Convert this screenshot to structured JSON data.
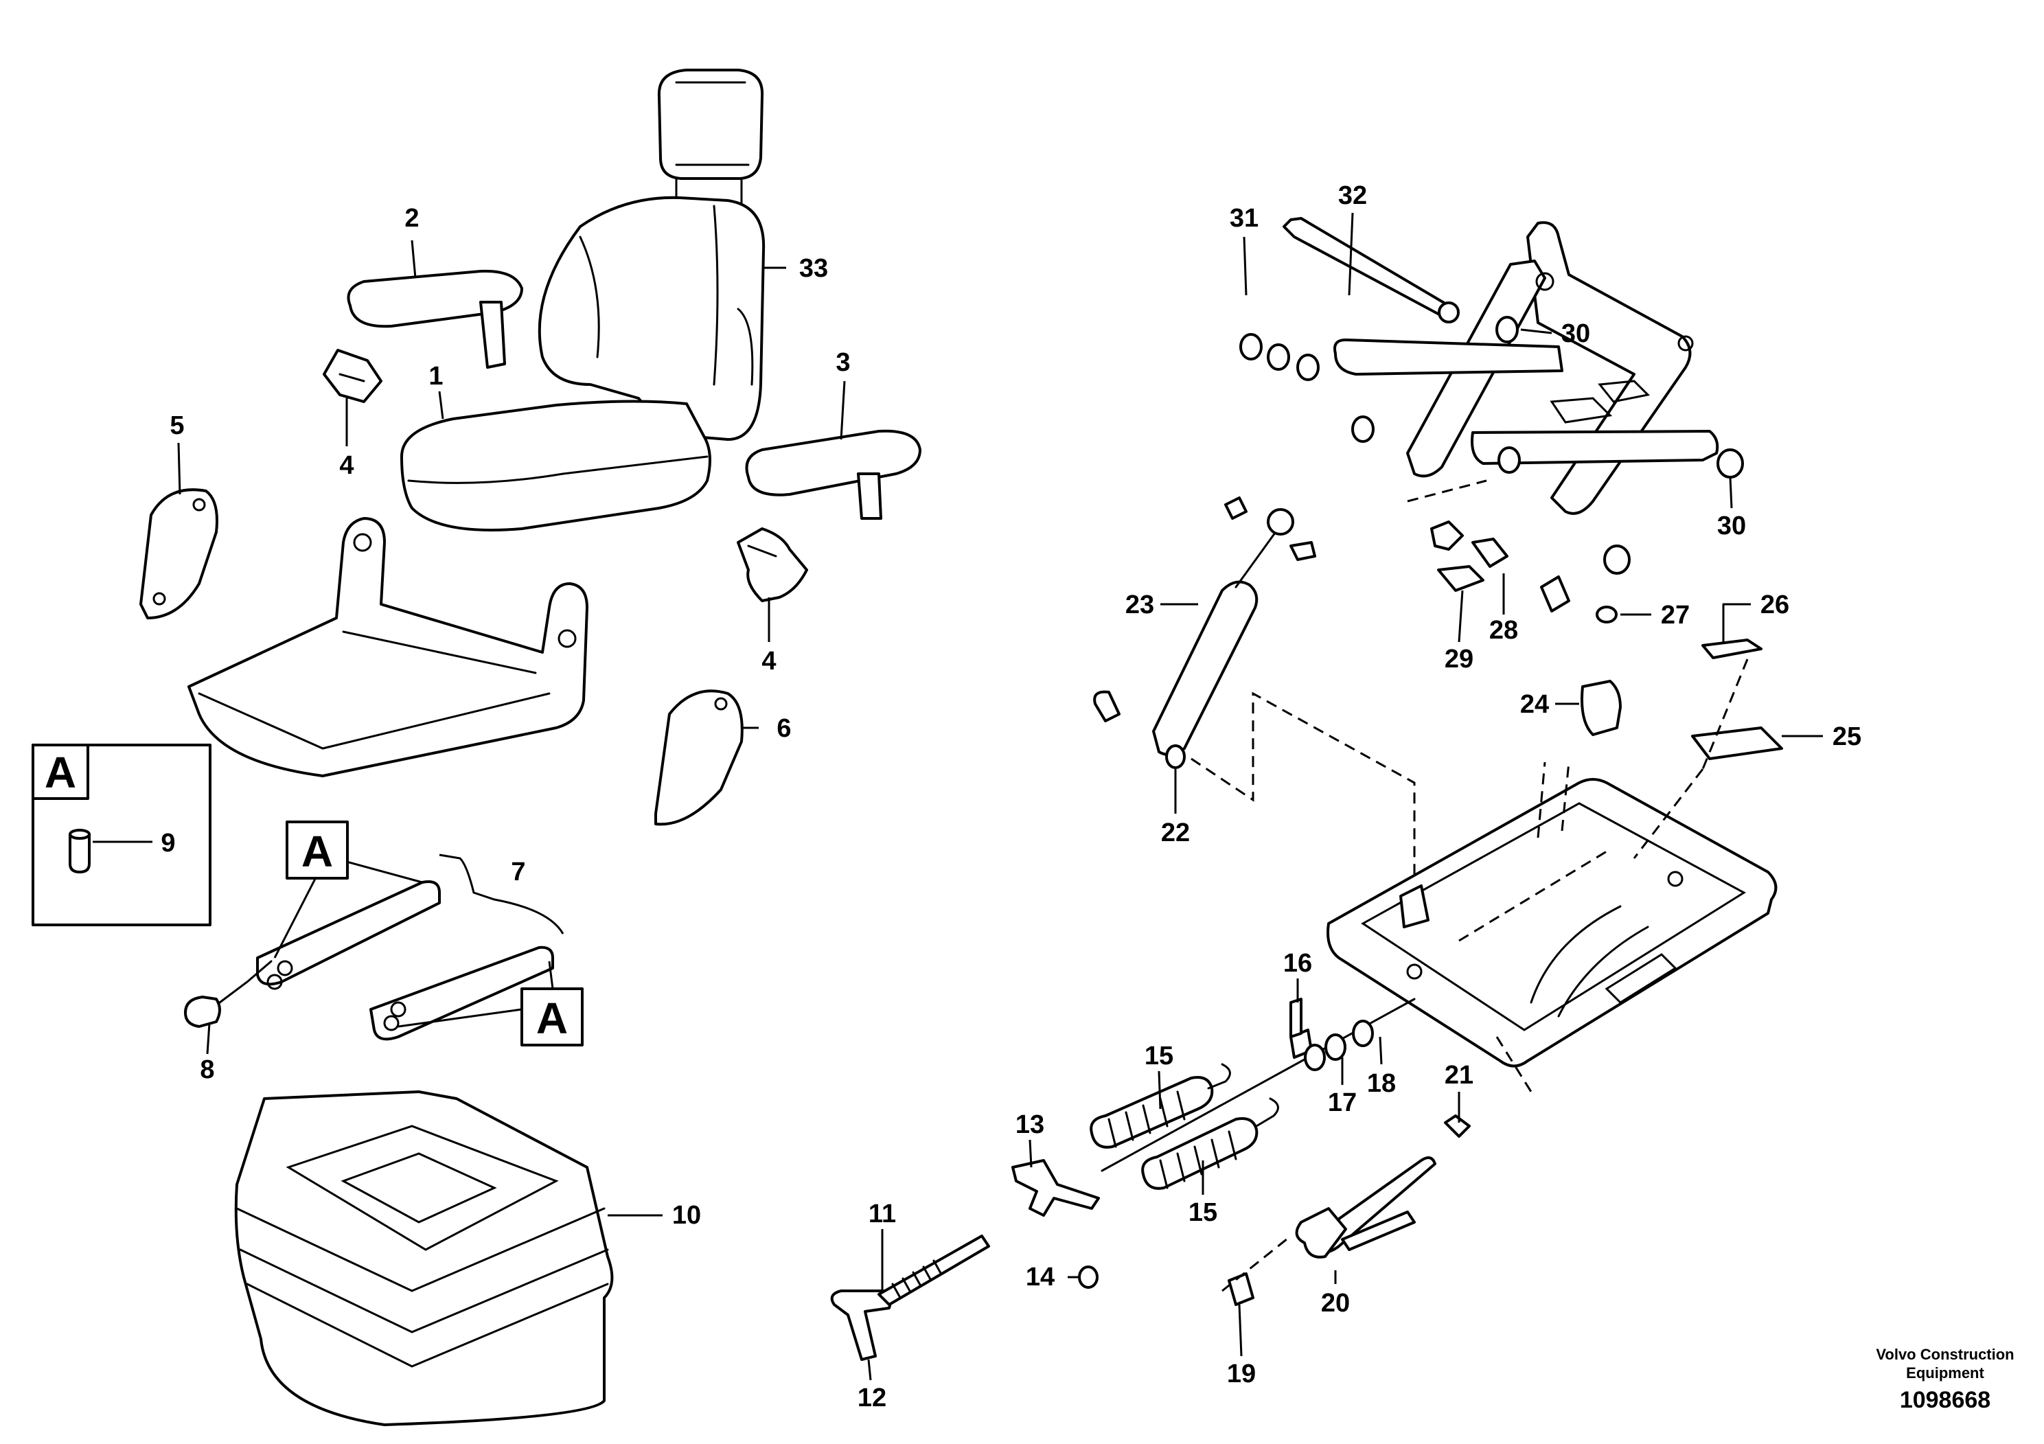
{
  "diagram": {
    "callouts": [
      {
        "label": "1"
      },
      {
        "label": "2"
      },
      {
        "label": "3"
      },
      {
        "label": "4"
      },
      {
        "label": "4"
      },
      {
        "label": "5"
      },
      {
        "label": "6"
      },
      {
        "label": "7"
      },
      {
        "label": "8"
      },
      {
        "label": "9"
      },
      {
        "label": "10"
      },
      {
        "label": "11"
      },
      {
        "label": "12"
      },
      {
        "label": "13"
      },
      {
        "label": "14"
      },
      {
        "label": "15"
      },
      {
        "label": "15"
      },
      {
        "label": "16"
      },
      {
        "label": "17"
      },
      {
        "label": "18"
      },
      {
        "label": "19"
      },
      {
        "label": "20"
      },
      {
        "label": "21"
      },
      {
        "label": "22"
      },
      {
        "label": "23"
      },
      {
        "label": "24"
      },
      {
        "label": "25"
      },
      {
        "label": "26"
      },
      {
        "label": "27"
      },
      {
        "label": "28"
      },
      {
        "label": "29"
      },
      {
        "label": "30"
      },
      {
        "label": "30"
      },
      {
        "label": "31"
      },
      {
        "label": "32"
      },
      {
        "label": "33"
      }
    ],
    "detail_boxes": [
      {
        "letter": "A"
      },
      {
        "letter": "A"
      },
      {
        "letter": "A"
      }
    ]
  },
  "footer": {
    "brand_line1": "Volvo Construction",
    "brand_line2": "Equipment",
    "doc_number": "1098668"
  }
}
